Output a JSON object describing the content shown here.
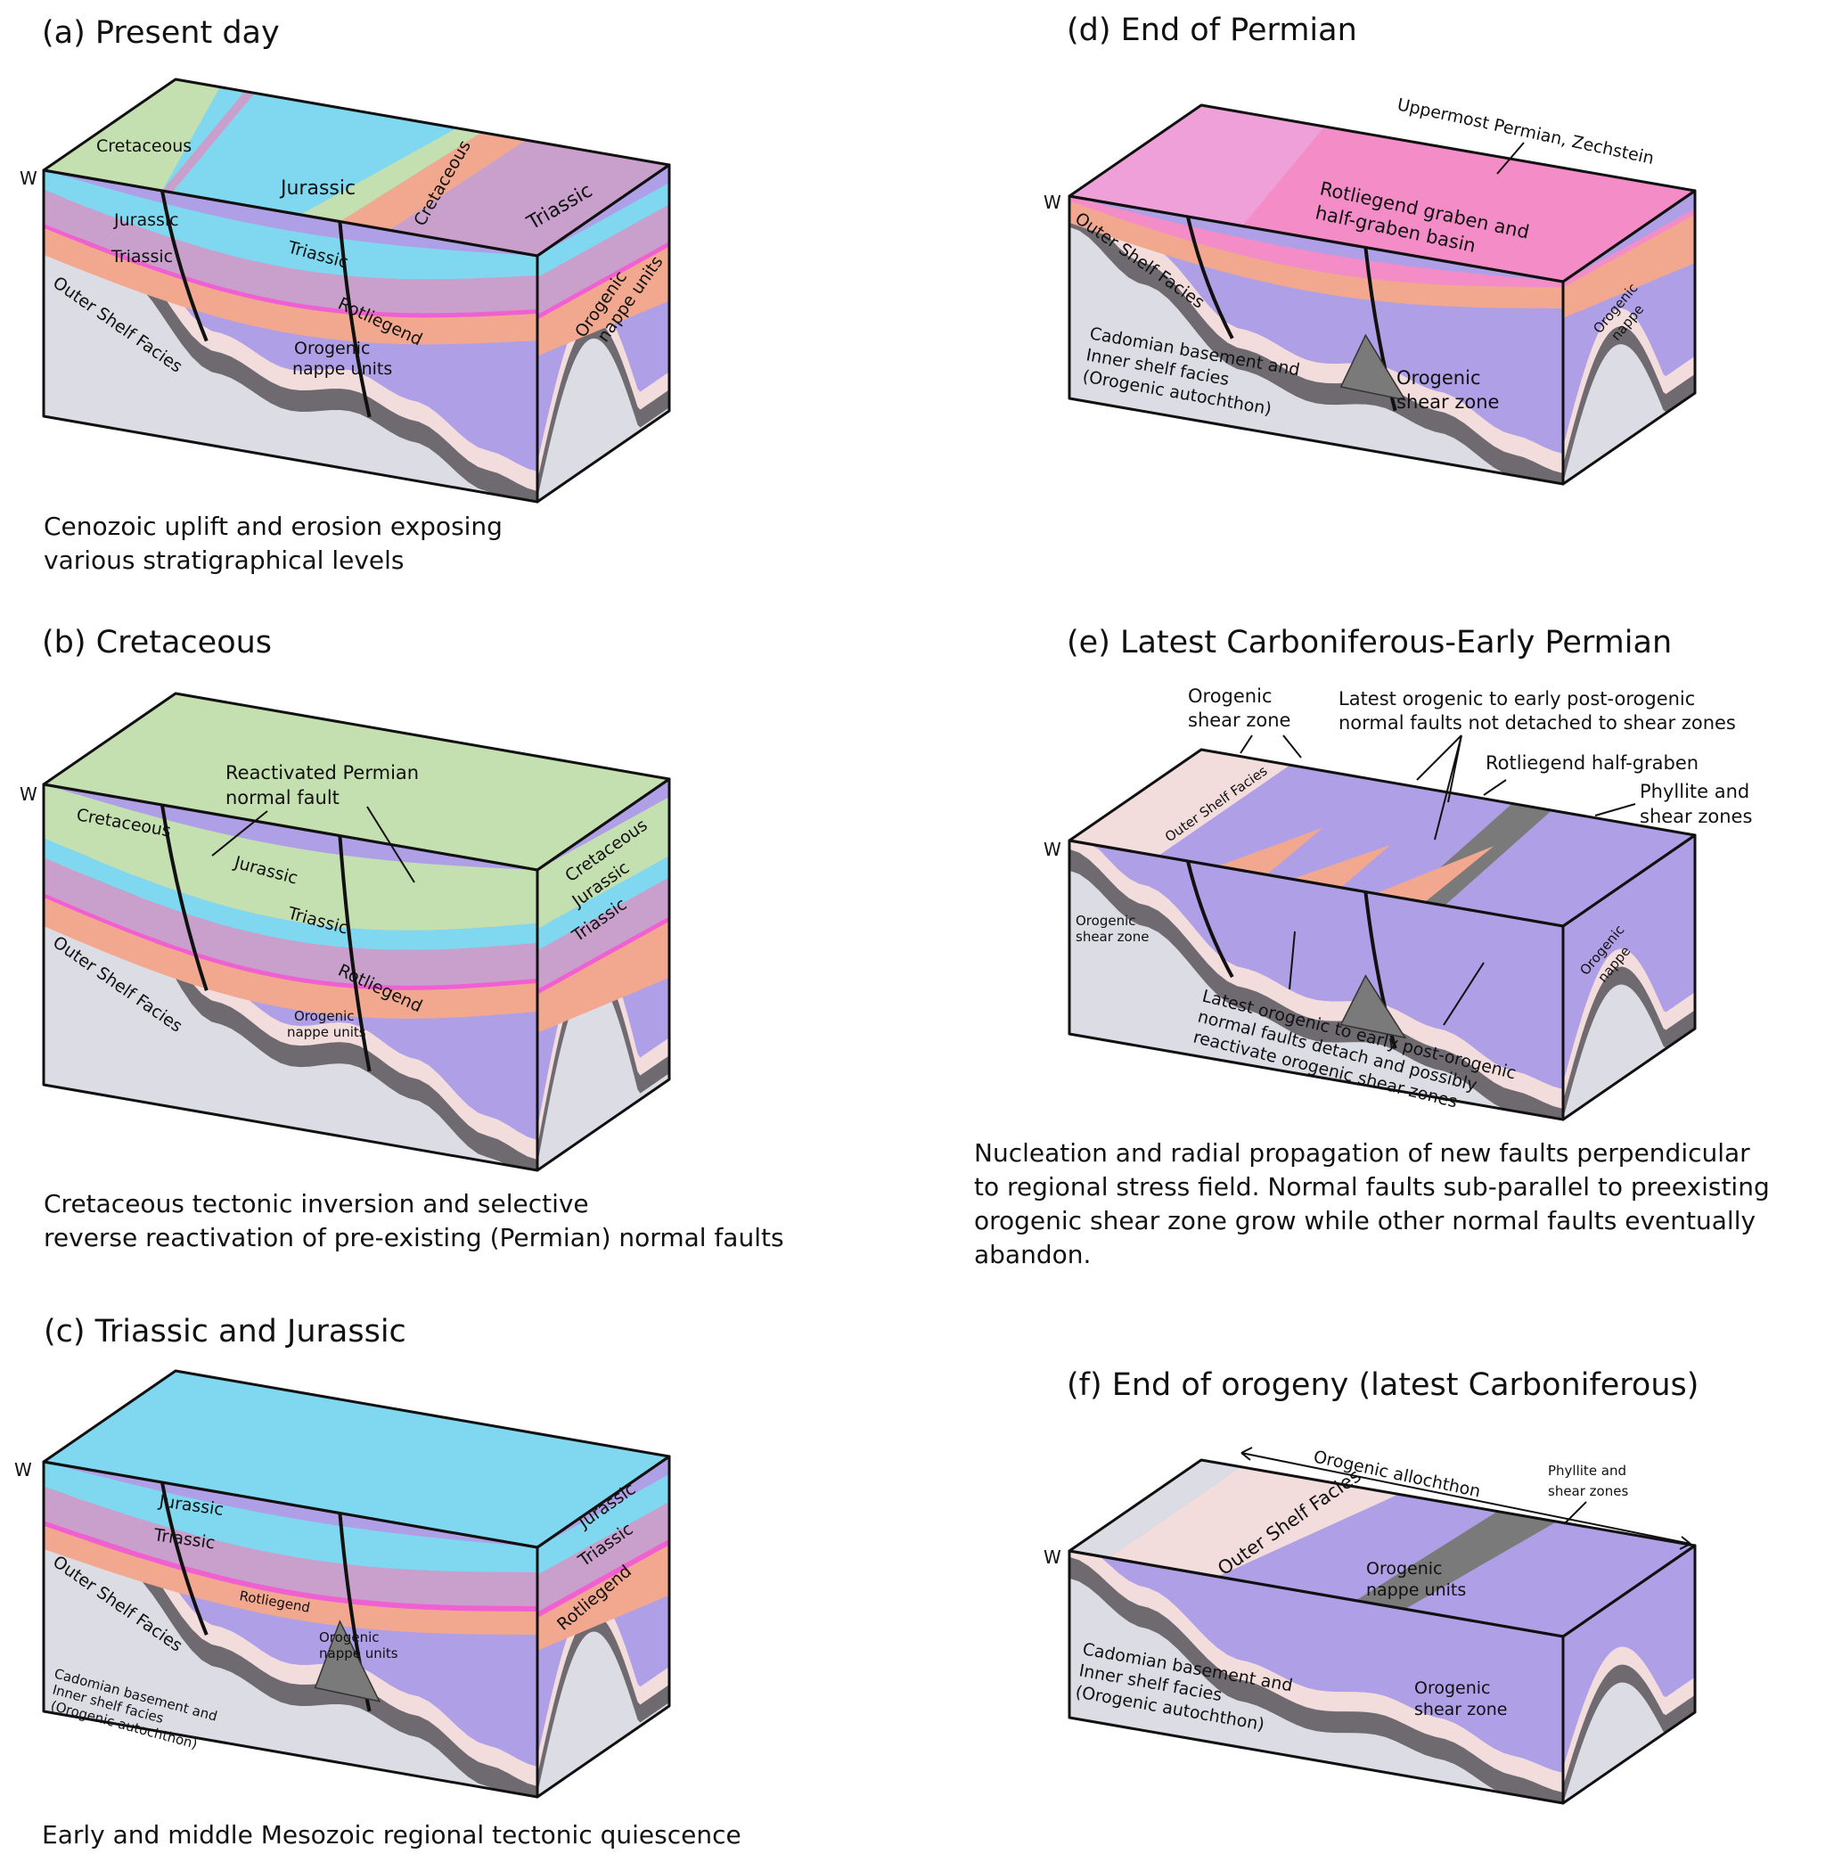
{
  "colors": {
    "cretaceous": "#c5e0b0",
    "jurassic": "#7fd8ef",
    "triassic": "#c9a0cc",
    "zechstein": "#f48cc8",
    "rotliegend": "#f2a88e",
    "nappe": "#ae9fe6",
    "outer_shelf": "#f2dcdc",
    "shear_zone": "#6e6a70",
    "basement": "#dcdce4",
    "phyllite": "#7a7a7a"
  },
  "panels": [
    {
      "title": "(a) Present day",
      "w": "W",
      "labels": [
        "Cretaceous",
        "Jurassic",
        "Cretaceous",
        "Triassic",
        "Jurassic",
        "Triassic",
        "Triassic",
        "Rotliegend",
        "Orogenic",
        "nappe units",
        "Outer Shelf Facies",
        "Orogenic",
        "nappe units"
      ],
      "caption": [
        "Cenozoic uplift and erosion exposing",
        "various stratigraphical levels"
      ]
    },
    {
      "title": "(b) Cretaceous",
      "w": "W",
      "labels": [
        "Reactivated Permian",
        "normal fault",
        "Cretaceous",
        "Jurassic",
        "Triassic",
        "Rotliegend",
        "Orogenic",
        "nappe units",
        "Outer Shelf Facies",
        "Cretaceous",
        "Jurassic",
        "Triassic"
      ],
      "caption": [
        "Cretaceous tectonic inversion and selective",
        "reverse reactivation of pre-existing (Permian) normal faults"
      ]
    },
    {
      "title": "(c) Triassic and Jurassic",
      "w": "W",
      "labels": [
        "Jurassic",
        "Triassic",
        "Rotliegend",
        "Orogenic",
        "nappe units",
        "Outer Shelf Facies",
        "Cadomian basement and",
        "Inner shelf facies",
        "(Orogenic autochthon)",
        "Jurassic",
        "Triassic",
        "Rotliegend"
      ],
      "caption": [
        "Early and middle Mesozoic regional tectonic quiescence"
      ]
    },
    {
      "title": "(d) End of Permian",
      "w": "W",
      "labels": [
        "Uppermost Permian, Zechstein",
        "Rotliegend graben and",
        "half-graben basin",
        "Outer Shelf Facies",
        "Cadomian basement and",
        "Inner shelf facies",
        "(Orogenic autochthon)",
        "Orogenic",
        "shear zone",
        "Orogenic",
        "nappe"
      ],
      "caption": []
    },
    {
      "title": "(e) Latest Carboniferous-Early Permian",
      "w": "W",
      "labels": [
        "Orogenic",
        "shear zone",
        "Latest orogenic to early post-orogenic",
        "normal faults not detached to shear zones",
        "Rotliegend half-graben",
        "Phyllite and",
        "shear zones",
        "Outer Shelf Facies",
        "Orogenic",
        "shear zone",
        "Latest orogenic to early post-orogenic",
        "normal faults detach and possibly",
        "reactivate orogenic shear zones",
        "Orogenic",
        "nappe"
      ],
      "caption": [
        "Nucleation and radial propagation of new faults perpendicular",
        "to regional stress field. Normal faults sub-parallel to preexisting",
        "orogenic shear zone grow while other normal faults eventually",
        "abandon."
      ]
    },
    {
      "title": "(f) End of orogeny (latest Carboniferous)",
      "w": "W",
      "labels": [
        "Orogenic allochthon",
        "Phyllite and",
        "shear zones",
        "Outer Shelf Facies",
        "Orogenic",
        "nappe units",
        "Cadomian basement and",
        "Inner shelf facies",
        "(Orogenic autochthon)",
        "Orogenic",
        "shear zone"
      ],
      "caption": []
    }
  ]
}
